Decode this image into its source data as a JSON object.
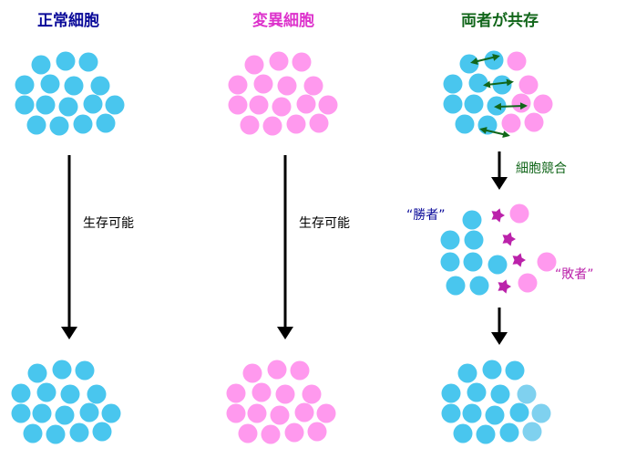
{
  "columns": [
    {
      "title": "正常細胞",
      "arrow_label": "生存可能"
    },
    {
      "title": "変異細胞",
      "arrow_label": "生存可能"
    },
    {
      "title": "両者が共存",
      "arrow_label": "細胞競合"
    }
  ],
  "winner_label": "“勝者”",
  "loser_label": "“敗者”",
  "colors": {
    "normal_cell": "#49c6ee",
    "mutant_cell": "#ff99ee",
    "dying_cell": "#bb22aa",
    "fading_cell": "#7fd1ef",
    "compete_arrow": "#11661a",
    "title_normal": "#0a0a99",
    "title_mutant": "#dd33cc",
    "title_mixed": "#11661a",
    "winner_text": "#0a0a99",
    "loser_text": "#bb22aa",
    "label_competition": "#11661a",
    "arrow": "#000000"
  }
}
